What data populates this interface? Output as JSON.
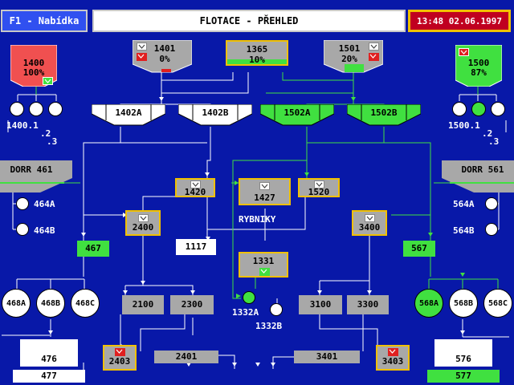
{
  "header": {
    "menu_label": "F1 - Nabídka",
    "title": "FLOTACE - PŘEHLED",
    "datetime": "13:48  02.06.1997"
  },
  "hoppers": {
    "h1401": {
      "id": "1401",
      "value": "0%"
    },
    "h1365": {
      "id": "1365",
      "value": "10%"
    },
    "h1501": {
      "id": "1501",
      "value": "20%"
    }
  },
  "tanks": {
    "t1400": {
      "id": "1400",
      "value": "100%"
    },
    "t1500": {
      "id": "1500",
      "value": "87%"
    }
  },
  "pump_labels": {
    "p1400": {
      "main": "1400.1",
      "two": ".2",
      "three": ".3"
    },
    "p1500": {
      "main": "1500.1",
      "two": ".2",
      "three": ".3"
    }
  },
  "cells": {
    "c1402A": "1402A",
    "c1402B": "1402B",
    "c1502A": "1502A",
    "c1502B": "1502B"
  },
  "dorr": {
    "d461": "DORR 461",
    "d561": "DORR 561"
  },
  "pumps": {
    "p464A": "464A",
    "p464B": "464B",
    "p564A": "564A",
    "p564B": "564B"
  },
  "units": {
    "u1420": "1420",
    "u1427": "1427",
    "u1520": "1520",
    "rybniky": "RYBNIKY",
    "u2400": "2400",
    "u3400": "3400",
    "u1117": "1117",
    "u467": "467",
    "u567": "567",
    "u1331": "1331",
    "u1332A": "1332A",
    "u1332B": "1332B",
    "u468A": "468A",
    "u468B": "468B",
    "u468C": "468C",
    "u568A": "568A",
    "u568B": "568B",
    "u568C": "568C",
    "u2100": "2100",
    "u2300": "2300",
    "u3100": "3100",
    "u3300": "3300",
    "u2403": "2403",
    "u2401": "2401",
    "u3401": "3401",
    "u3403": "3403",
    "u476": "476",
    "u477": "477",
    "u576": "576",
    "u577": "577"
  },
  "colors": {
    "background": "#0818a8",
    "active_green": "#40e040",
    "alarm_red": "#e02020",
    "frame_yellow": "#f0c000",
    "idle_gray": "#a8a8a8"
  }
}
